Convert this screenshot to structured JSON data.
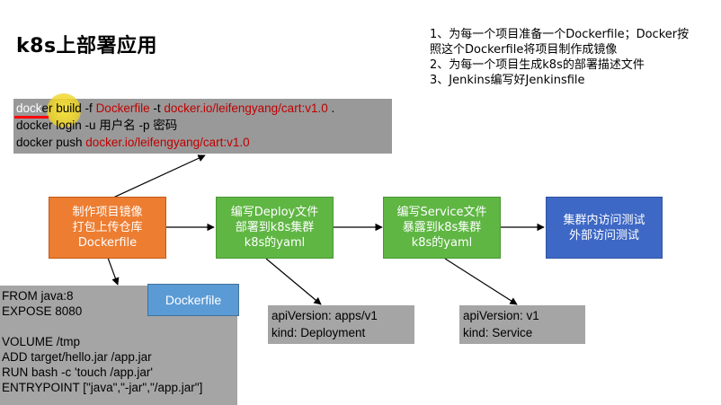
{
  "title": "k8s上部署应用",
  "notes": [
    "1、为每一个项目准备一个Dockerfile；Docker按",
    "照这个Dockerfile将项目制作成镜像",
    "2、为每一个项目生成k8s的部署描述文件",
    "3、Jenkins编写好Jenkinsfile"
  ],
  "commands": {
    "line1": {
      "a": "dock",
      "b": "er build -f ",
      "c": "Dockerfile",
      "d": " -t ",
      "e": "docker.io/leifengyang/cart:v1.0",
      "f": " ."
    },
    "line2": "docker login -u 用户名 -p 密码",
    "line3": {
      "a": "docker push ",
      "b": "docker.io/leifengyang/cart:v1.0"
    }
  },
  "flow": {
    "step1": [
      "制作项目镜像",
      "打包上传仓库",
      "Dockerfile"
    ],
    "step2": [
      "编写Deploy文件",
      "部署到k8s集群",
      "k8s的yaml"
    ],
    "step3": [
      "编写Service文件",
      "暴露到k8s集群",
      "k8s的yaml"
    ],
    "step4": [
      "集群内访问测试",
      "外部访问测试"
    ]
  },
  "dockerfile": {
    "label": "Dockerfile",
    "lines": [
      "FROM java:8",
      "EXPOSE 8080",
      "",
      "VOLUME /tmp",
      "ADD target/hello.jar  /app.jar",
      "RUN bash -c 'touch /app.jar'",
      "ENTRYPOINT [\"java\",\"-jar\",\"/app.jar\"]"
    ]
  },
  "deploy_yaml": [
    "apiVersion: apps/v1",
    "kind: Deployment"
  ],
  "service_yaml": [
    "apiVersion: v1",
    "kind: Service"
  ],
  "colors": {
    "orange": "#ed7d31",
    "green": "#5fb643",
    "blue": "#3e68c5",
    "gray": "#a5a5a5",
    "red_text": "#c00000",
    "label_blue": "#5b9bd5"
  }
}
